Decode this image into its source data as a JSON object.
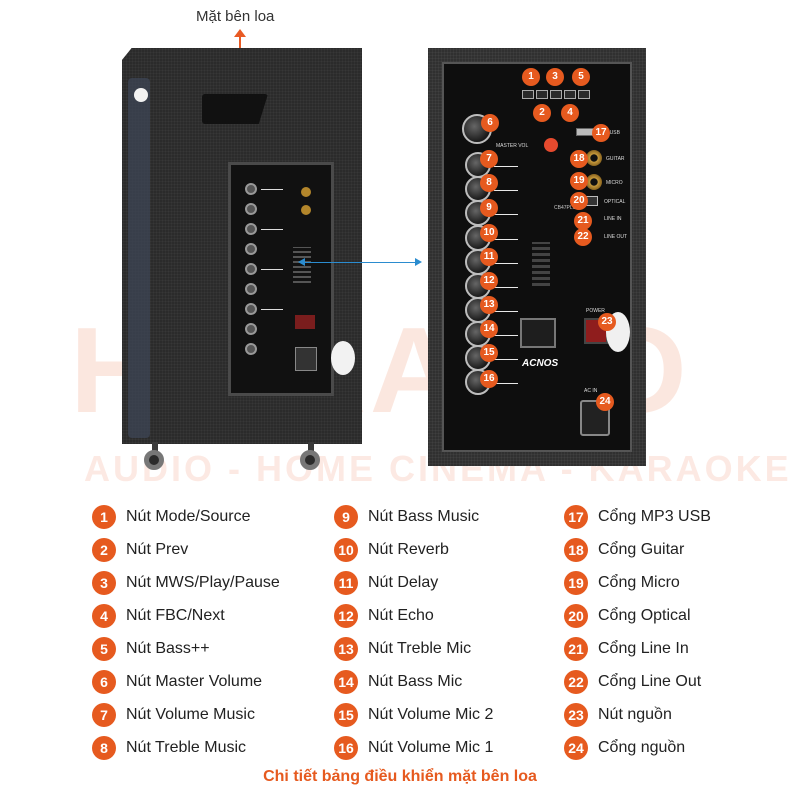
{
  "caption": {
    "side_label": "Mặt bên loa"
  },
  "watermark": {
    "main": "H● RADIO",
    "sub": "AUDIO - HOME CINEMA - KARAOKE"
  },
  "panel": {
    "master_vol": "MASTER VOL",
    "brand": "ACNOS",
    "power": "POWER",
    "ac_in": "AC IN",
    "model": "CB47PLUS",
    "port_labels": {
      "mp3_usb": "MP3 USB",
      "guitar": "GUITAR",
      "micro": "MICRO",
      "optical": "OPTICAL",
      "line_in": "LINE IN",
      "line_out": "LINE OUT"
    }
  },
  "legend": {
    "col1": [
      {
        "num": "1",
        "label": "Nút Mode/Source"
      },
      {
        "num": "2",
        "label": "Nút Prev"
      },
      {
        "num": "3",
        "label": "Nút MWS/Play/Pause"
      },
      {
        "num": "4",
        "label": "Nút FBC/Next"
      },
      {
        "num": "5",
        "label": "Nút Bass++"
      },
      {
        "num": "6",
        "label": "Nút Master Volume"
      },
      {
        "num": "7",
        "label": "Nút Volume Music"
      },
      {
        "num": "8",
        "label": "Nút Treble Music"
      }
    ],
    "col2": [
      {
        "num": "9",
        "label": "Nút Bass Music"
      },
      {
        "num": "10",
        "label": "Nút Reverb"
      },
      {
        "num": "11",
        "label": "Nút Delay"
      },
      {
        "num": "12",
        "label": "Nút Echo"
      },
      {
        "num": "13",
        "label": "Nút Treble Mic"
      },
      {
        "num": "14",
        "label": "Nút Bass Mic"
      },
      {
        "num": "15",
        "label": "Nút Volume Mic 2"
      },
      {
        "num": "16",
        "label": "Nút Volume Mic 1"
      }
    ],
    "col3": [
      {
        "num": "17",
        "label": "Cổng MP3 USB"
      },
      {
        "num": "18",
        "label": "Cổng Guitar"
      },
      {
        "num": "19",
        "label": "Cổng Micro"
      },
      {
        "num": "20",
        "label": "Cổng Optical"
      },
      {
        "num": "21",
        "label": "Cổng Line In"
      },
      {
        "num": "22",
        "label": "Cổng Line Out"
      },
      {
        "num": "23",
        "label": "Nút nguồn"
      },
      {
        "num": "24",
        "label": "Cổng nguồn"
      }
    ]
  },
  "footer": {
    "title": "Chi tiết bảng điều khiển mặt bên loa"
  },
  "colors": {
    "accent": "#e65a1f",
    "connector": "#2b8ccf"
  }
}
